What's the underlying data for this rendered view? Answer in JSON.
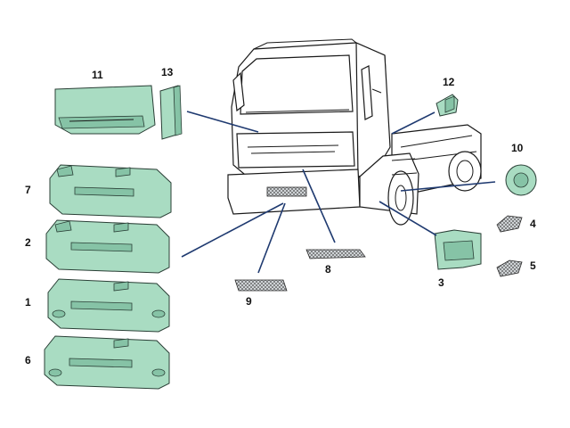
{
  "labels": {
    "p1": "1",
    "p2": "2",
    "p3": "3",
    "p4": "4",
    "p5": "5",
    "p6": "6",
    "p7": "7",
    "p8": "8",
    "p9": "9",
    "p10": "10",
    "p11": "11",
    "p12": "12",
    "p13": "13"
  },
  "colors": {
    "part_fill": "#a9dcc2",
    "part_shade": "#86c3a6",
    "leader": "#1f3a70",
    "outline": "#1a1a1a"
  }
}
